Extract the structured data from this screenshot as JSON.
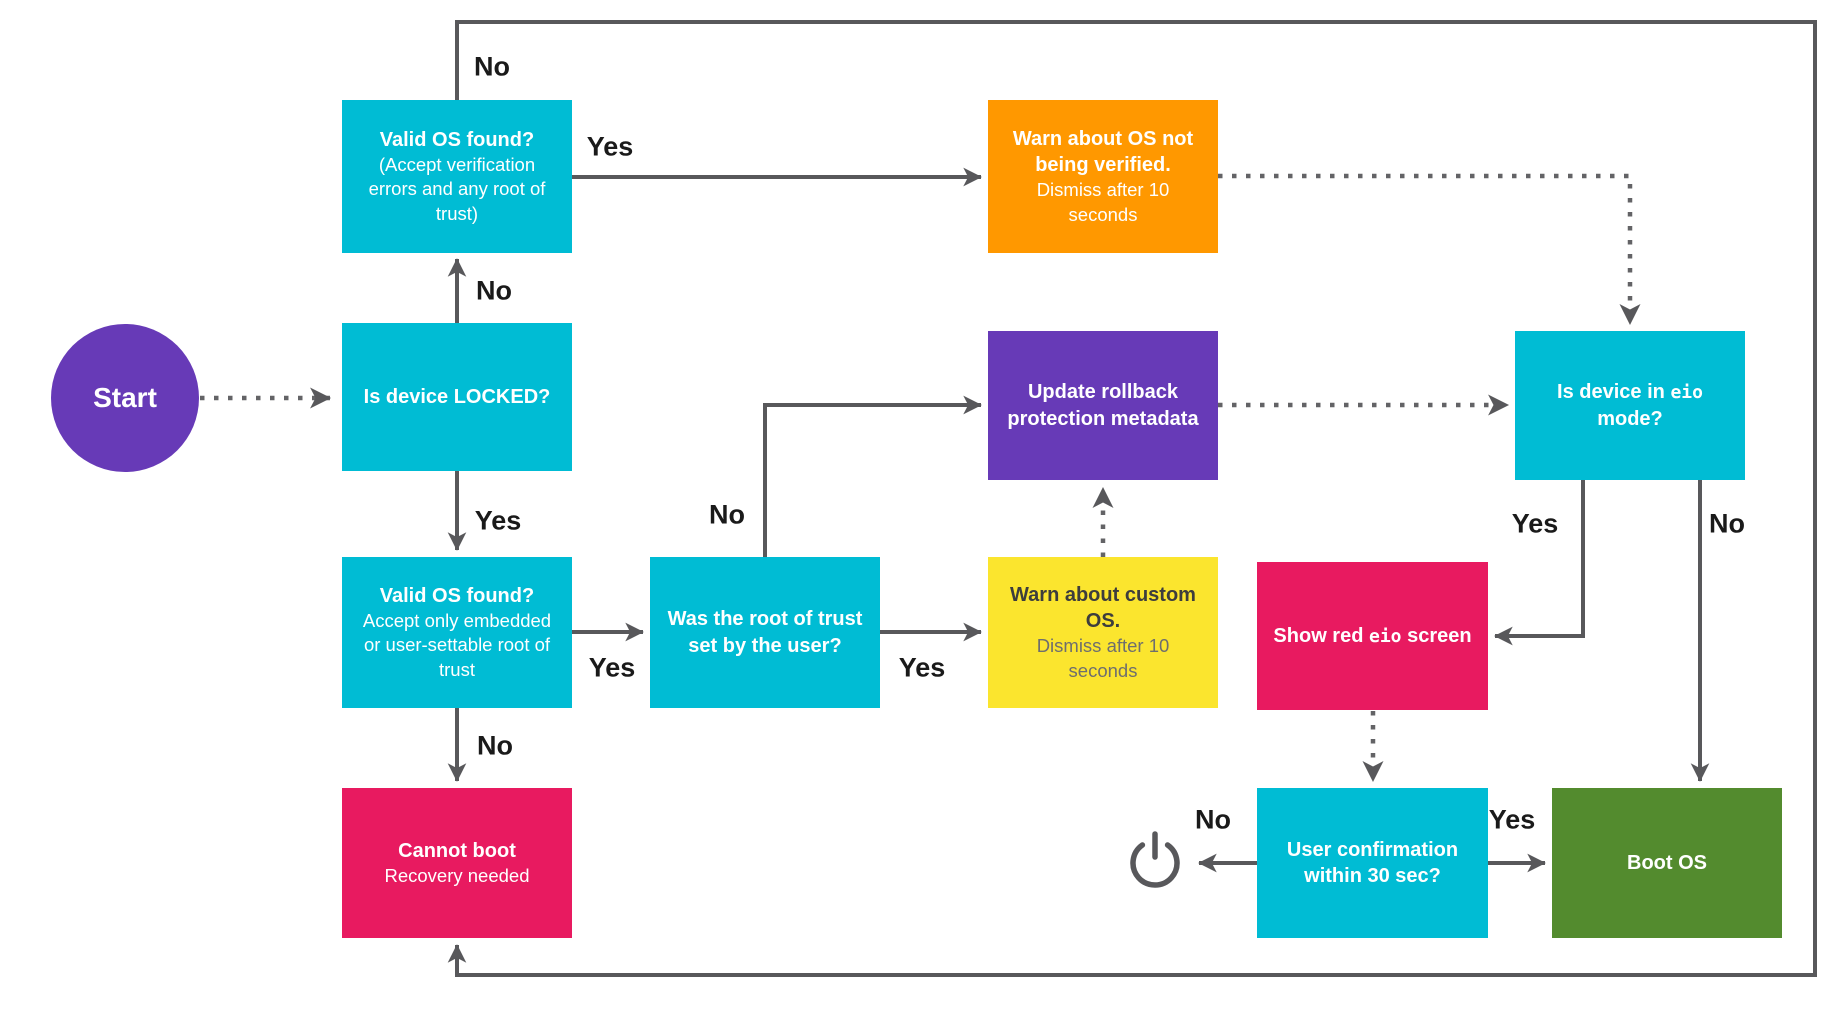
{
  "diagram": {
    "colors": {
      "decision_box": "#00BCD4",
      "warning_unverified_box": "#FF9800",
      "process_box": "#673AB7",
      "warning_custom_box": "#FBE52E",
      "error_box": "#E81A60",
      "success_box": "#538B2E",
      "start_circle": "#673AB7",
      "connector": "#58585B",
      "edge_label_text": "#1a1a1a"
    },
    "nodes": {
      "start": {
        "label": "Start"
      },
      "valid_os_any": {
        "title": "Valid OS found?",
        "body": "(Accept verification errors and any root of trust)"
      },
      "warn_unverified": {
        "title": "Warn about OS not being verified.",
        "body": "Dismiss after 10 seconds"
      },
      "is_locked": {
        "title": "Is device LOCKED?"
      },
      "update_rollback": {
        "title": "Update rollback protection metadata"
      },
      "is_eio": {
        "prefix": "Is device in ",
        "code": "eio",
        "suffix": " mode?"
      },
      "valid_os_embedded": {
        "title": "Valid OS found?",
        "body": "Accept only embedded or user-settable root of trust"
      },
      "root_of_trust": {
        "title": "Was the root of trust set by the user?"
      },
      "warn_custom": {
        "title": "Warn about custom OS.",
        "body": "Dismiss after 10 seconds"
      },
      "show_red": {
        "prefix": "Show red ",
        "code": "eio",
        "suffix": " screen"
      },
      "cannot_boot": {
        "title": "Cannot boot",
        "body": "Recovery needed"
      },
      "user_confirm": {
        "title": "User confirmation within 30 sec?"
      },
      "boot_os": {
        "title": "Boot OS"
      }
    },
    "edge_labels": {
      "valid_any_no_loop": "No",
      "locked_no": "No",
      "valid_any_yes": "Yes",
      "locked_yes": "Yes",
      "valid_emb_yes": "Yes",
      "valid_emb_no": "No",
      "root_no": "No",
      "root_yes": "Yes",
      "eio_yes": "Yes",
      "eio_no": "No",
      "confirm_no": "No",
      "confirm_yes": "Yes"
    },
    "icons": {
      "power": "power-icon"
    }
  }
}
